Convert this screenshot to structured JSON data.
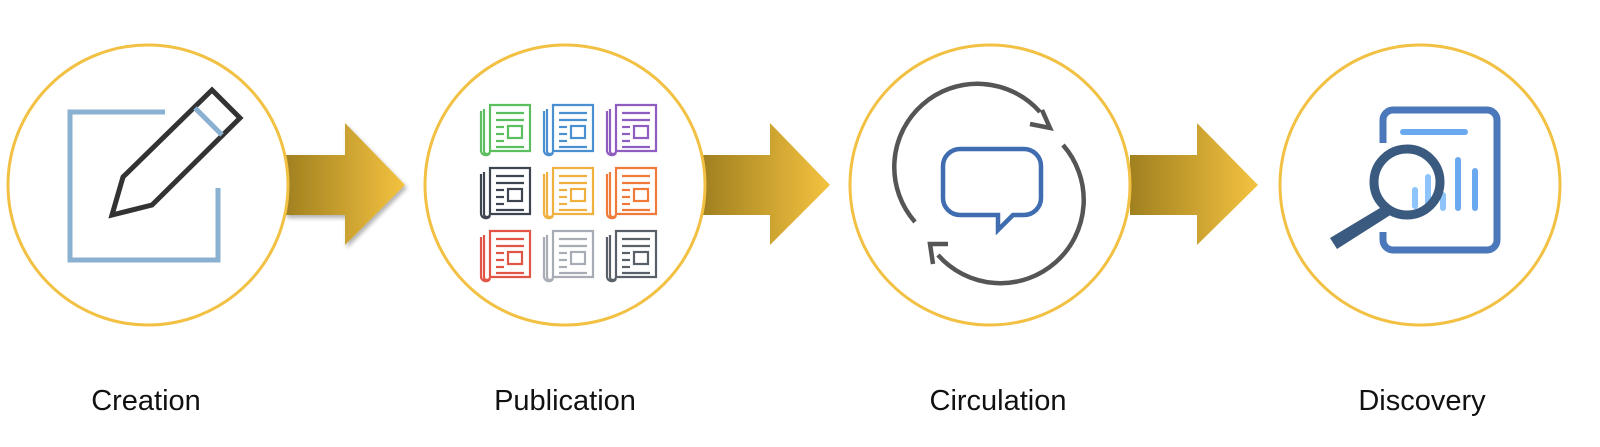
{
  "stages": [
    {
      "label": "Creation",
      "icon": "edit-pencil-icon"
    },
    {
      "label": "Publication",
      "icon": "newspapers-icon"
    },
    {
      "label": "Circulation",
      "icon": "cycle-chat-icon"
    },
    {
      "label": "Discovery",
      "icon": "report-search-icon"
    }
  ],
  "colors": {
    "ring": "#f2c043",
    "arrow_dark": "#a0801f",
    "arrow_light": "#f4c240",
    "newspapers": [
      "#5cbf5f",
      "#4a8fcf",
      "#8f5cbf",
      "#3d4550",
      "#f0b040",
      "#f07a3a",
      "#e05545",
      "#a8adb5",
      "#5a6068"
    ]
  }
}
